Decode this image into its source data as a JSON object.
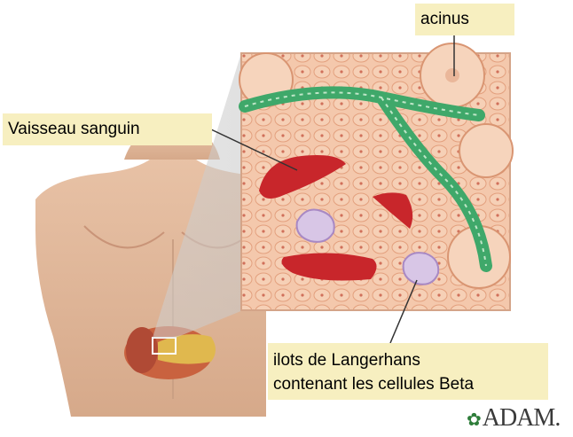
{
  "labels": {
    "acinus": "acinus",
    "vaisseau": "Vaisseau sanguin",
    "ilots_line1": "ilots de Langerhans",
    "ilots_line2": "contenant les cellules Beta"
  },
  "logo": {
    "text": "ADAM."
  },
  "colors": {
    "label_bg": "#f7efc0",
    "tissue": "#f3c4a6",
    "cell_border": "#e29a78",
    "blood_vessel": "#c8262b",
    "duct": "#3fa86a",
    "islet": "#c8b6d9",
    "skin": "#e9c4a8"
  }
}
